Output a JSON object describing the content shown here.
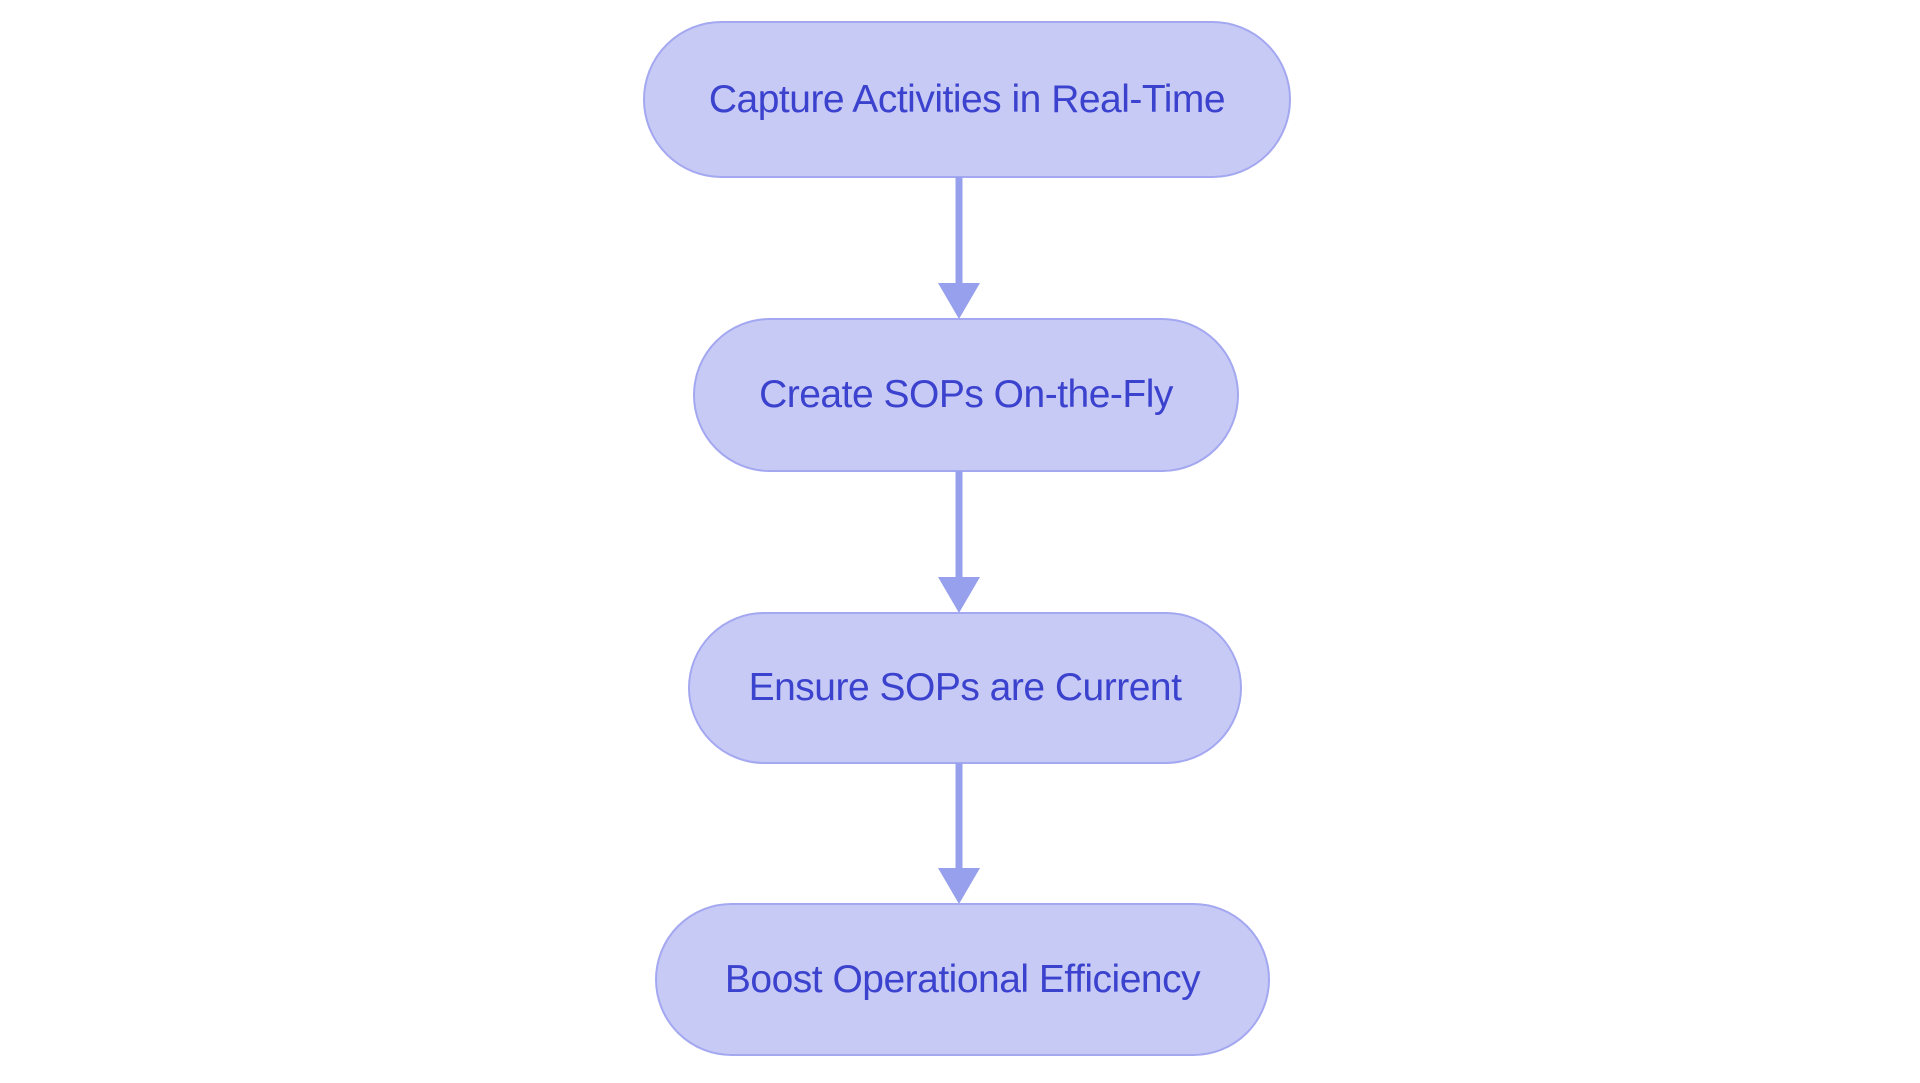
{
  "diagram": {
    "type": "flowchart",
    "direction": "top-down",
    "background": "#ffffff",
    "node_fill": "#c8caf6",
    "node_border": "#a3a8f0",
    "node_text_color": "#3b42cd",
    "arrow_color": "#96a0ed",
    "nodes": [
      {
        "id": "capture",
        "label": "Capture Activities in Real-Time"
      },
      {
        "id": "create",
        "label": "Create SOPs On-the-Fly"
      },
      {
        "id": "ensure",
        "label": "Ensure SOPs are Current"
      },
      {
        "id": "boost",
        "label": "Boost Operational Efficiency"
      }
    ],
    "edges": [
      {
        "from": "capture",
        "to": "create"
      },
      {
        "from": "create",
        "to": "ensure"
      },
      {
        "from": "ensure",
        "to": "boost"
      }
    ]
  }
}
